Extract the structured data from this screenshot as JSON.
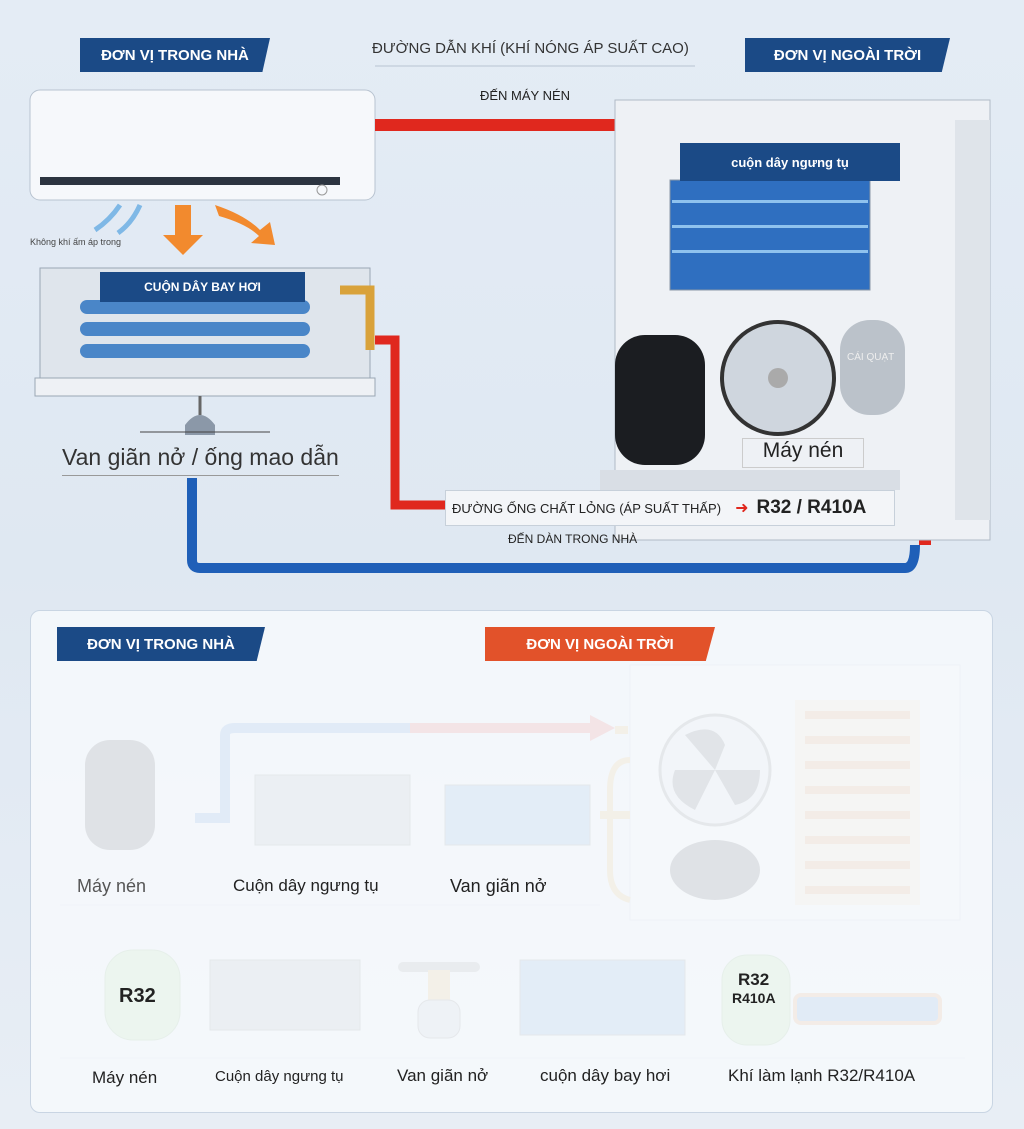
{
  "top": {
    "indoor_banner": "ĐƠN VỊ TRONG NHÀ",
    "outdoor_banner": "ĐƠN VỊ NGOÀI TRỜI",
    "gas_line_label": "ĐƯỜNG DẪN KHÍ (KHÍ NÓNG ÁP SUẤT CAO)",
    "to_compressor": "ĐẾN MÁY NÉN",
    "warm_air": "Không khí ấm áp trong",
    "evaporator_coil": "CUỘN DÂY BAY HƠI",
    "condenser_coil": "cuộn dây ngưng tụ",
    "fan": "CÁI QUẠT",
    "compressor": "Máy nén",
    "expansion_valve": "Van giãn nở / ống mao dẫn",
    "liquid_line": "ĐƯỜNG ỐNG CHẤT LỎNG (ÁP SUẤT THẤP)",
    "refrigerant": "R32 / R410A",
    "to_indoor": "ĐẾN DÀN TRONG NHÀ"
  },
  "bottom": {
    "indoor_banner": "ĐƠN VỊ TRONG NHÀ",
    "outdoor_banner": "ĐƠN VỊ NGOÀI TRỜI",
    "row1": [
      "Máy nén",
      "Cuộn dây ngưng tụ",
      "Van giãn nở"
    ],
    "row2": [
      "Máy nén",
      "Cuộn dây ngưng tụ",
      "Van giãn nở",
      "cuộn dây bay hơi",
      "Khí làm lạnh R32/R410A"
    ],
    "tank1_label": "R32",
    "tank2_label_a": "R32",
    "tank2_label_b": "R410A"
  },
  "colors": {
    "banner_blue": "#1b4a86",
    "banner_orange": "#e2522a",
    "hot_pipe": "#e0281e",
    "cold_pipe": "#1f5fb8",
    "copper": "#d9782e"
  }
}
